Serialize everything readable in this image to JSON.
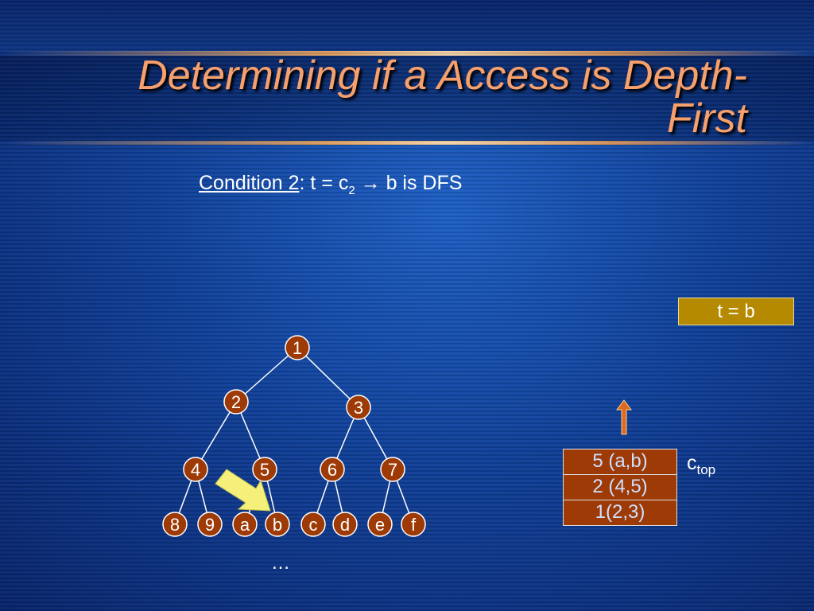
{
  "title": "Determining if a Access is Depth-First",
  "condition": {
    "label": "Condition 2",
    "text_before_sub": ": t = c",
    "subscript": "2",
    "arrow": "→",
    "text_after": " b is DFS"
  },
  "t_box": "t = b",
  "stack": [
    "5 (a,b)",
    "2 (4,5)",
    "1(2,3)"
  ],
  "c_top": {
    "base": "c",
    "subscript": "top"
  },
  "tree": {
    "nodes": [
      "1",
      "2",
      "3",
      "4",
      "5",
      "6",
      "7",
      "8",
      "9",
      "a",
      "b",
      "c",
      "d",
      "e",
      "f"
    ],
    "ellipsis": "…"
  },
  "colors": {
    "title": "#f7a06b",
    "node_fill": "#9e3a05",
    "stack_fill": "#9e3a05",
    "t_box_fill": "#b58a00",
    "pointer_arrow": "#f5f07a",
    "up_arrow": "#e06a1a"
  }
}
